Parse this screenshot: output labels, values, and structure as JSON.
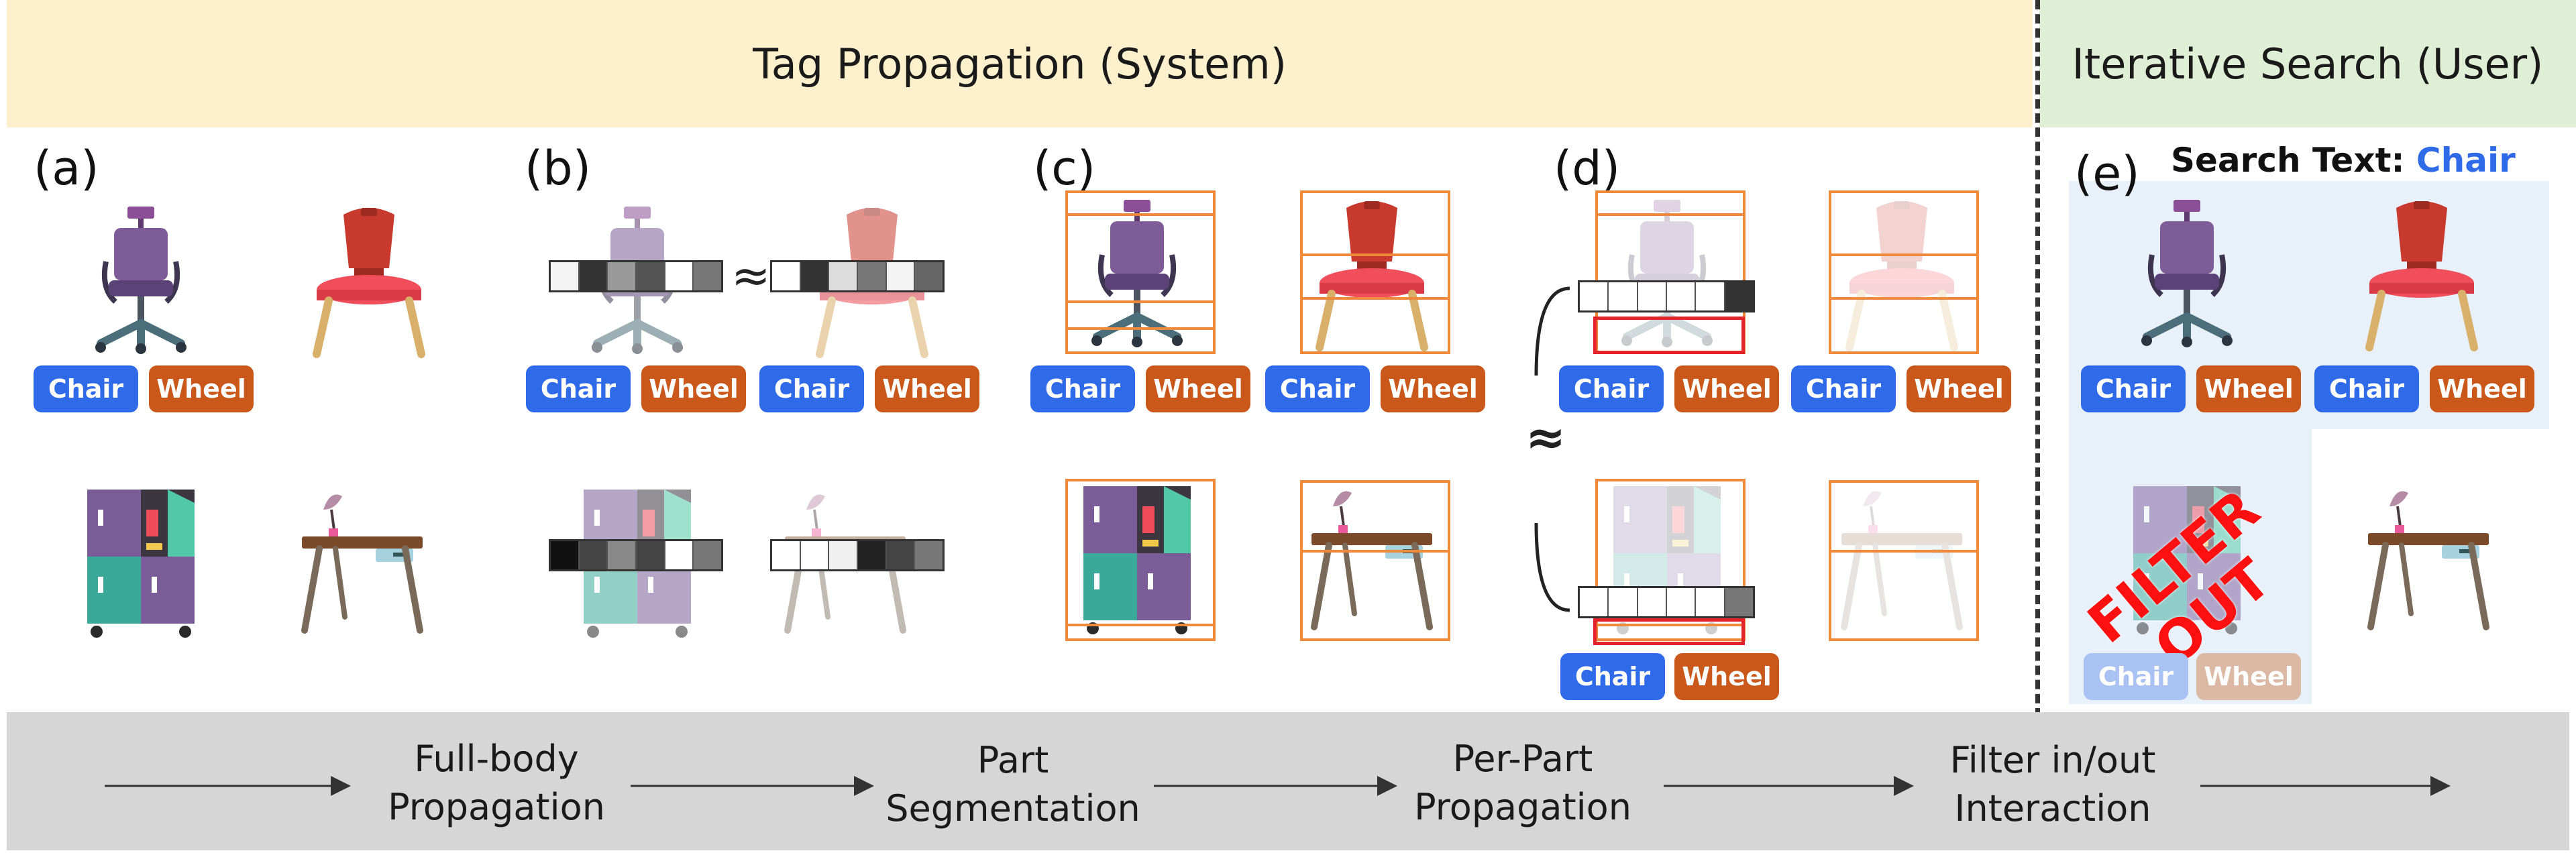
{
  "header": {
    "tag_propagation": "Tag Propagation (System)",
    "iterative_search": "Iterative Search (User)"
  },
  "panels": {
    "a": "(a)",
    "b": "(b)",
    "c": "(c)",
    "d": "(d)",
    "e": "(e)"
  },
  "tags": {
    "chair": "Chair",
    "wheel": "Wheel"
  },
  "similar_symbol": "≈",
  "search": {
    "label": "Search Text:",
    "value": "Chair"
  },
  "filter_out": "FILTER OUT",
  "pipeline": {
    "step1": "Full-body Propagation",
    "step1_l1": "Full-body",
    "step1_l2": "Propagation",
    "step2_l1": "Part",
    "step2_l2": "Segmentation",
    "step3_l1": "Per-Part",
    "step3_l2": "Propagation",
    "step4_l1": "Filter in/out",
    "step4_l2": "Interaction"
  },
  "colors": {
    "tag_chair": "#2f6ae8",
    "tag_wheel": "#c9581a",
    "header_left": "#fcf1cc",
    "header_right": "#deefd6",
    "pipeline_bg": "#d6d6d6",
    "box": "#ef8a3c",
    "segment_box": "#e3242b",
    "search_highlight": "#e8f0fa"
  }
}
